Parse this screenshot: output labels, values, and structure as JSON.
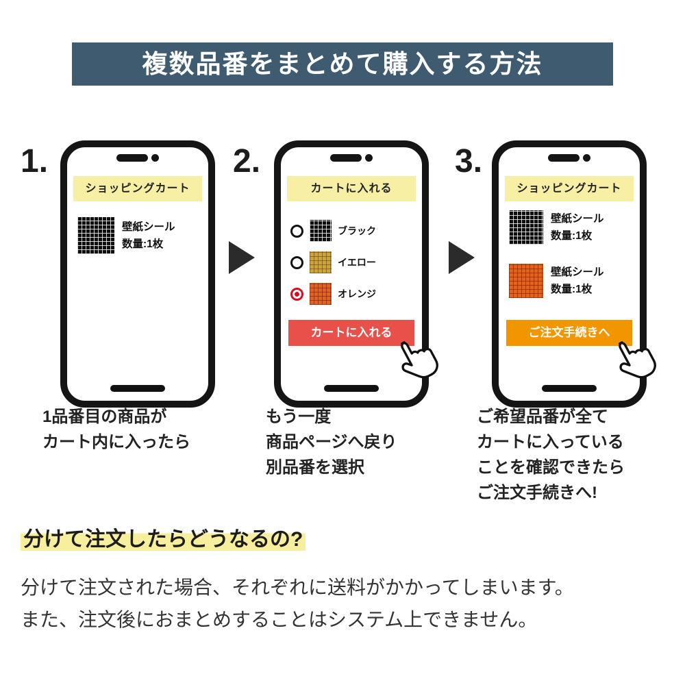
{
  "header": {
    "title": "複数品番をまとめて購入する方法",
    "bg_color": "#3e5b70"
  },
  "colors": {
    "banner_bg": "#f6efa4",
    "add_to_cart_button": "#e8504a",
    "checkout_button": "#f29600",
    "selected_radio": "#d40f1e",
    "highlight": "#f7ef9e"
  },
  "steps": [
    {
      "number": "1.",
      "phone": {
        "banner": "ショッピングカート",
        "items": [
          {
            "swatch": "black-tile",
            "name": "壁紙シール",
            "qty": "数量:1枚"
          }
        ]
      },
      "caption_lines": [
        "1品番目の商品が",
        "カート内に入ったら"
      ]
    },
    {
      "number": "2.",
      "phone": {
        "banner": "カートに入れる",
        "options": [
          {
            "swatch": "black-tile",
            "label": "ブラック",
            "selected": false
          },
          {
            "swatch": "yellow-tile",
            "label": "イエロー",
            "selected": false
          },
          {
            "swatch": "orange-tile",
            "label": "オレンジ",
            "selected": true
          }
        ],
        "button": {
          "label": "カートに入れる",
          "color": "#e8504a"
        }
      },
      "caption_lines": [
        "もう一度",
        "商品ページへ戻り",
        "別品番を選択"
      ]
    },
    {
      "number": "3.",
      "phone": {
        "banner": "ショッピングカート",
        "items": [
          {
            "swatch": "black-tile",
            "name": "壁紙シール",
            "qty": "数量:1枚"
          },
          {
            "swatch": "orange-tile",
            "name": "壁紙シール",
            "qty": "数量:1枚"
          }
        ],
        "button": {
          "label": "ご注文手続きへ",
          "color": "#f29600"
        }
      },
      "caption_lines": [
        "ご希望品番が全て",
        "カートに入っている",
        "ことを確認できたら",
        "ご注文手続きへ!"
      ]
    }
  ],
  "note": {
    "heading": "分けて注文したらどうなるの?",
    "body_lines": [
      "分けて注文された場合、それぞれに送料がかかってしまいます。",
      "また、注文後におまとめすることはシステム上できません。"
    ]
  }
}
